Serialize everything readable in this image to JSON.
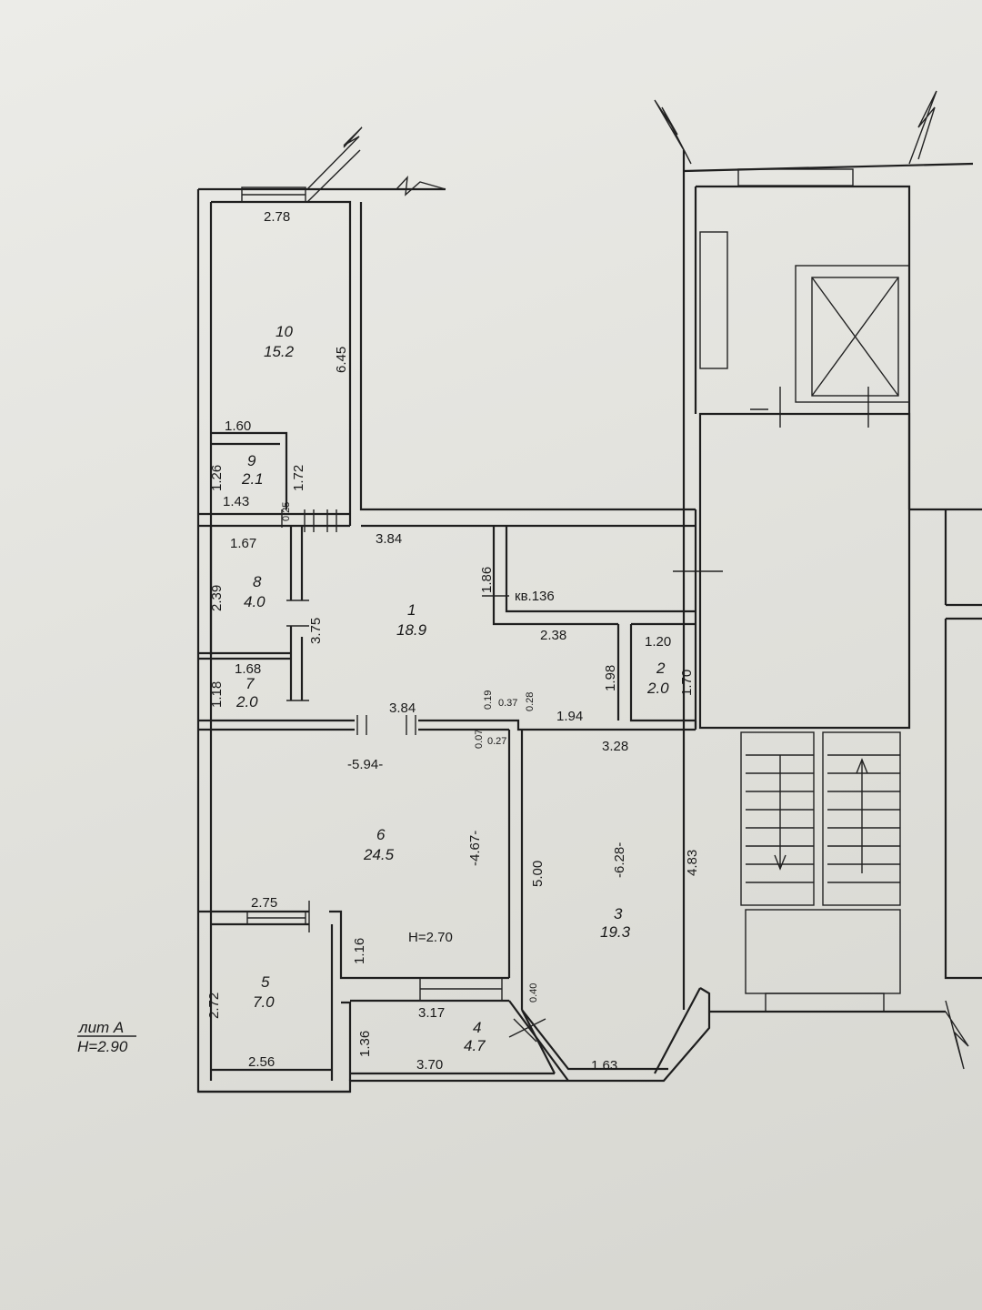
{
  "labels": {
    "r10_num": "10",
    "r10_area": "15.2",
    "w278": "2.78",
    "h645": "6.45",
    "w160": "1.60",
    "r9_num": "9",
    "r9_area": "2.1",
    "h126": "1.26",
    "h172": "1.72",
    "w143": "1.43",
    "h025": "0.25",
    "w167": "1.67",
    "r8_num": "8",
    "r8_area": "4.0",
    "h239": "2.39",
    "h375": "3.75",
    "w168": "1.68",
    "r7_num": "7",
    "r7_area": "2.0",
    "h118": "1.18",
    "w384a": "3.84",
    "h186": "1.86",
    "kv": "кв.136",
    "r1_num": "1",
    "r1_area": "18.9",
    "w238": "2.38",
    "h198": "1.98",
    "w120": "1.20",
    "r2_num": "2",
    "r2_area": "2.0",
    "h170": "1.70",
    "w384b": "3.84",
    "h019": "0.19",
    "w037": "0.37",
    "h028": "0.28",
    "w194": "1.94",
    "h007": "0.07",
    "w027": "0.27",
    "w328": "3.28",
    "w594": "-5.94-",
    "r6_num": "6",
    "r6_area": "24.5",
    "h467": "-4.67-",
    "h500": "5.00",
    "h628": "-6.28-",
    "h483": "4.83",
    "r3_num": "3",
    "r3_area": "19.3",
    "w275": "2.75",
    "h116": "1.16",
    "height": "H=2.70",
    "r5_num": "5",
    "r5_area": "7.0",
    "h272": "2.72",
    "w256": "2.56",
    "w317": "3.17",
    "r4_num": "4",
    "r4_area": "4.7",
    "h136": "1.36",
    "w370": "3.70",
    "h040": "0.40",
    "w163": "1.63",
    "lit": "лит А",
    "lit_h": "H=2.90"
  }
}
